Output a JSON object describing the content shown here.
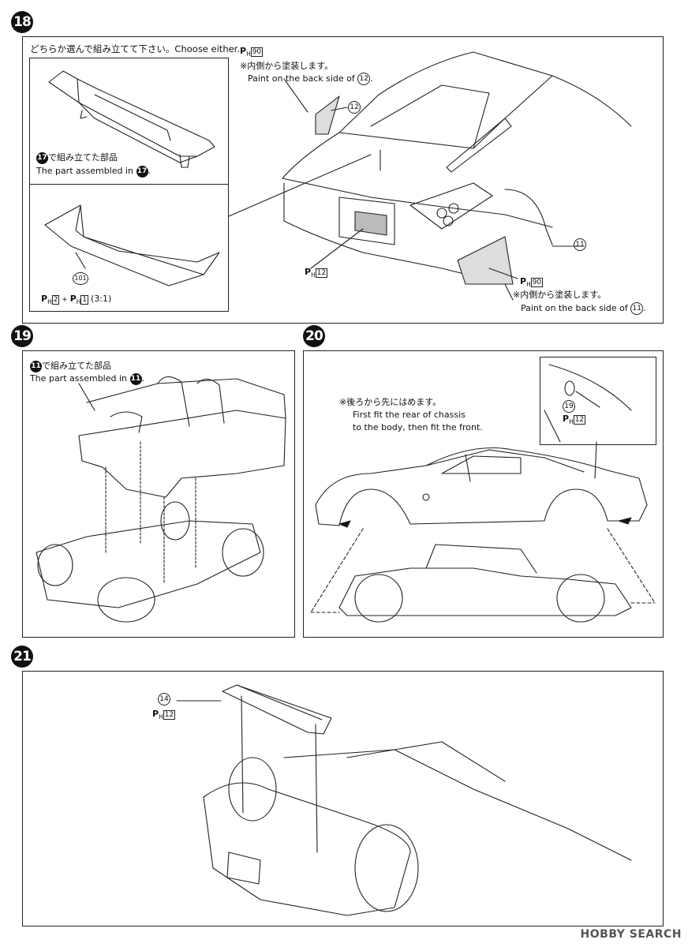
{
  "steps": {
    "s18": {
      "number": "18",
      "choose_note": "どちらか選んで組み立てて下さい。Choose either.",
      "option_a_ref_num": "17",
      "option_a_jp_suffix": "で組み立てた部品",
      "option_a_en": "The part assembled in",
      "option_b_part": "101",
      "option_b_paint_a": "2",
      "option_b_paint_b": "1",
      "option_b_ratio": "(3:1)",
      "paint_top_code": "90",
      "paint_top_jp": "※内側から塗装します。",
      "paint_top_en": "Paint on the back side of",
      "paint_top_part": "12",
      "part_12_label": "12",
      "plate_paint_code": "12",
      "part_11_label": "11",
      "paint_bottom_code": "90",
      "paint_bottom_jp": "※内側から塗装します。",
      "paint_bottom_en": "Paint on the back side of",
      "paint_bottom_part": "11"
    },
    "s19": {
      "number": "19",
      "ref_num": "11",
      "jp_suffix": "で組み立てた部品",
      "en": "The part assembled in"
    },
    "s20": {
      "number": "20",
      "note_jp": "※後ろから先にはめます。",
      "note_en_1": "First fit the rear of chassis",
      "note_en_2": "to the body, then fit the front.",
      "part_label": "19",
      "paint_code": "12"
    },
    "s21": {
      "number": "21",
      "part_label": "14",
      "paint_code": "12"
    }
  },
  "watermark": "HOBBY SEARCH",
  "colors": {
    "ink": "#111111",
    "frame": "#222222"
  }
}
